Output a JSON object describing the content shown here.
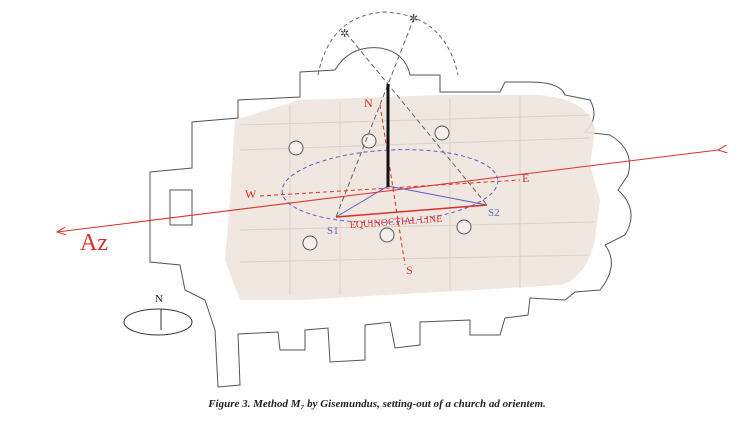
{
  "diagram": {
    "labels": {
      "north": "N",
      "south": "S",
      "east": "E",
      "west": "W",
      "s1": "S1",
      "s2": "S2",
      "equinoctial": "EQUINOCTIAL LINE",
      "azimuth": "Az",
      "compass_north": "N"
    },
    "colors": {
      "red": "#d9302a",
      "blue": "#5a5fc8",
      "plan_fill": "#eee4de",
      "outline": "#555555"
    }
  },
  "caption": "Figure 3. Method M₇ by Gisemundus, setting-out of a church ad orientem."
}
